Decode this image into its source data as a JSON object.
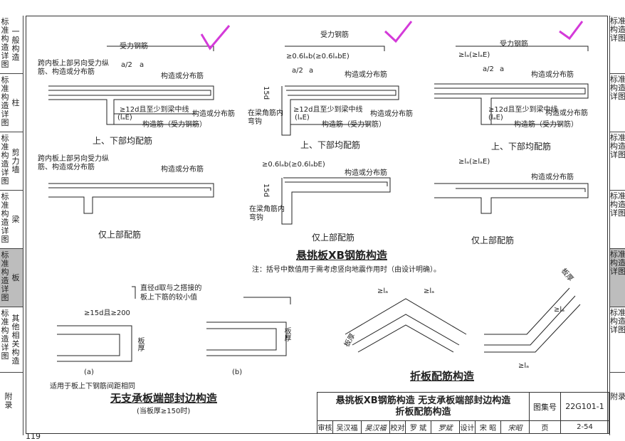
{
  "sidebar_left": [
    {
      "c1": "标准构造详图",
      "c2": "一般构造"
    },
    {
      "c1": "标准构造详图",
      "c2": "柱"
    },
    {
      "c1": "标准构造详图",
      "c2": "剪力墙"
    },
    {
      "c1": "标准构造详图",
      "c2": "梁"
    },
    {
      "c1": "标准构造详图",
      "c2": "板"
    },
    {
      "c1": "标准构造详图",
      "c2": "其他相关构造"
    },
    {
      "c1": "附录",
      "c2": ""
    }
  ],
  "sidebar_right": [
    "标准构造详图",
    "标准构造详图",
    "标准构造详图",
    "标准构造详图",
    "标准构造详图",
    "标准构造详图",
    "附录"
  ],
  "labels": {
    "d1_top": "受力钢筋",
    "d1_note": "跨内板上部另向受力纵筋、构造或分布筋",
    "d1_a2": "a/2",
    "d1_a": "a",
    "d1_gz1": "构造或分布筋",
    "d1_12d": "≥12d且至少到梁中线",
    "d1_lae": "(lₐE)",
    "d1_gz2": "构造或分布筋",
    "d1_bottom": "构造筋（受力钢筋）",
    "d1_cap": "上、下部均配筋",
    "d2_top": "受力钢筋",
    "d2_06": "≥0.6lₐb(≥0.6lₐbE)",
    "d2_a2": "a/2",
    "d2_a": "a",
    "d2_gz1": "构造或分布筋",
    "d2_15d": "15d",
    "d2_12d": "≥12d且至少到梁中线",
    "d2_lae": "(lₐE)",
    "d2_gz2": "构造或分布筋",
    "d2_corner": "在梁角筋内弯钩",
    "d2_bottom": "构造筋（受力钢筋）",
    "d2_cap": "上、下部均配筋",
    "d3_top": "受力钢筋",
    "d3_la": "≥lₐ(≥lₐE)",
    "d3_a2": "a/2",
    "d3_a": "a",
    "d3_gz1": "构造或分布筋",
    "d3_12d": "≥12d且至少到梁中线",
    "d3_lae": "(lₐE)",
    "d3_gz2": "构造或分布筋",
    "d3_bottom": "构造筋（受力钢筋）",
    "d3_cap": "上、下部均配筋",
    "d4_note": "跨内板上部另向受力纵筋、构造或分布筋",
    "d4_gz": "构造或分布筋",
    "d4_cap": "仅上部配筋",
    "d5_06": "≥0.6lₐb(≥0.6lₐbE)",
    "d5_gz": "构造或分布筋",
    "d5_15d": "15d",
    "d5_corner": "在梁角筋内弯钩",
    "d5_cap": "仅上部配筋",
    "d6_la": "≥lₐ(≥lₐE)",
    "d6_gz": "构造或分布筋",
    "d6_cap": "仅上部配筋",
    "main_title": "悬挑板XB钢筋构造",
    "main_note": "注：括号中数值用于需考虑竖向地震作用时（由设计明确）。",
    "wz_note": "直径d取与之搭接的板上下筋的较小值",
    "wz_15d": "≥15d且≥200",
    "wz_thick1": "板厚",
    "wz_a": "(a)",
    "wz_thick2": "板厚",
    "wz_b": "(b)",
    "wz_apply": "适用于板上下钢筋间距相同",
    "wz_title": "无支承板端部封边构造",
    "wz_sub": "(当板厚≥150时)",
    "zb_thick1": "板厚",
    "zb_la1": "≥lₐ",
    "zb_la2": "≥lₐ",
    "zb_thick2": "板厚",
    "zb_la3": "≥lₐ",
    "zb_la4": "≥lₐ",
    "zb_title": "折板配筋构造"
  },
  "title_block": {
    "title_line1": "悬挑板XB钢筋构造   无支承板端部封边构造",
    "title_line2": "折板配筋构造",
    "set_label": "图集号",
    "set_no": "22G101-1",
    "row": [
      "审核",
      "吴汉福",
      "吴汉福",
      "校对",
      "罗 斌",
      "罗斌",
      "设计",
      "宋 昭",
      "宋昭",
      "页",
      "2-54"
    ]
  },
  "page_number": "119",
  "colors": {
    "check_mark": "#d43ad9",
    "sidebar_selected": "#bdbdbd",
    "line": "#222222"
  }
}
